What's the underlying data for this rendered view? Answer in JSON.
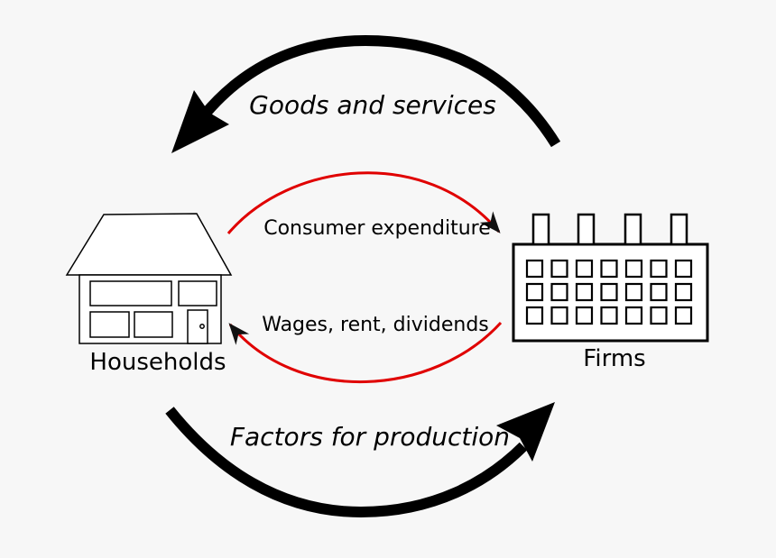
{
  "diagram": {
    "top_flow_label": "Goods and services",
    "bottom_flow_label": "Factors for production",
    "inner_top_label": "Consumer expenditure",
    "inner_bottom_label": "Wages, rent, dividends",
    "left_node": "Households",
    "right_node": "Firms"
  },
  "colors": {
    "background": "#f7f7f7",
    "goods_flow": "#000000",
    "money_flow": "#e00000"
  }
}
